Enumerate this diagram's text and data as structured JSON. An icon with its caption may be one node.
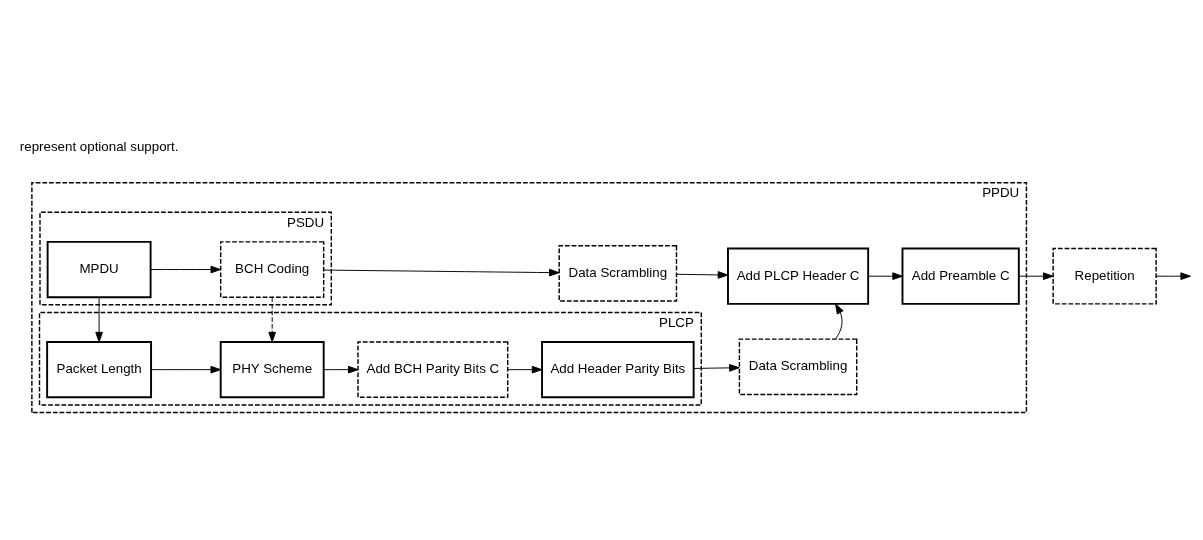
{
  "diagram": {
    "nodes": [
      {
        "text": [
          "PPDU"
        ]
      },
      {
        "text": [
          "PLCP"
        ],
        "in": 0
      },
      {
        "text": [
          "Packet Length"
        ],
        "in": 1
      },
      {
        "text": [
          "PHY Scheme"
        ],
        "in": 1
      },
      {
        "text": [
          "Add BCH Parity Bits C"
        ],
        "in": 1
      },
      {
        "text": [
          "Add Header Parity Bits"
        ],
        "in": 1
      },
      {
        "text": [
          "Data Scrambling"
        ],
        "in": 0
      },
      {
        "text": [
          "PSDU"
        ],
        "in": 0
      },
      {
        "text": [
          "MPDU"
        ],
        "in": 7
      },
      {
        "text": [
          "BCH Coding"
        ],
        "in": 7
      },
      {
        "text": [
          "Data Scrambling"
        ],
        "in": 0
      },
      {
        "text": [
          "Add PLCP Header C"
        ],
        "in": 0
      },
      {
        "text": [
          "Add Preamble C"
        ],
        "in": 0
      },
      {
        "text": [
          "Repetition"
        ]
      }
    ],
    "edges": [
      {
        "from": 2,
        "to": 3,
        "arrow": "to"
      },
      {
        "from": 3,
        "to": 4,
        "arrow": "to"
      },
      {
        "from": 4,
        "to": 5,
        "arrow": "to"
      },
      {
        "from": 5,
        "to": 6,
        "arrow": "to"
      },
      {
        "from": 6,
        "to": 11,
        "arrow": "to"
      },
      {
        "from": 8,
        "to": 2,
        "arrow": "to"
      },
      {
        "from": 9,
        "to": 3,
        "arrow": "to",
        "style": "dashed"
      },
      {
        "from": 8,
        "to": 9,
        "arrow": "to"
      },
      {
        "from": 9,
        "to": 10,
        "arrow": "to"
      },
      {
        "from": 10,
        "to": 11,
        "arrow": "to"
      },
      {
        "from": 11,
        "to": 12,
        "arrow": "to"
      },
      {
        "from": 12,
        "to": 13,
        "arrow": "to"
      },
      {
        "from": 13,
        "to": null,
        "arrow": "to"
      }
    ],
    "labels": [
      "represent optional support."
    ]
  }
}
